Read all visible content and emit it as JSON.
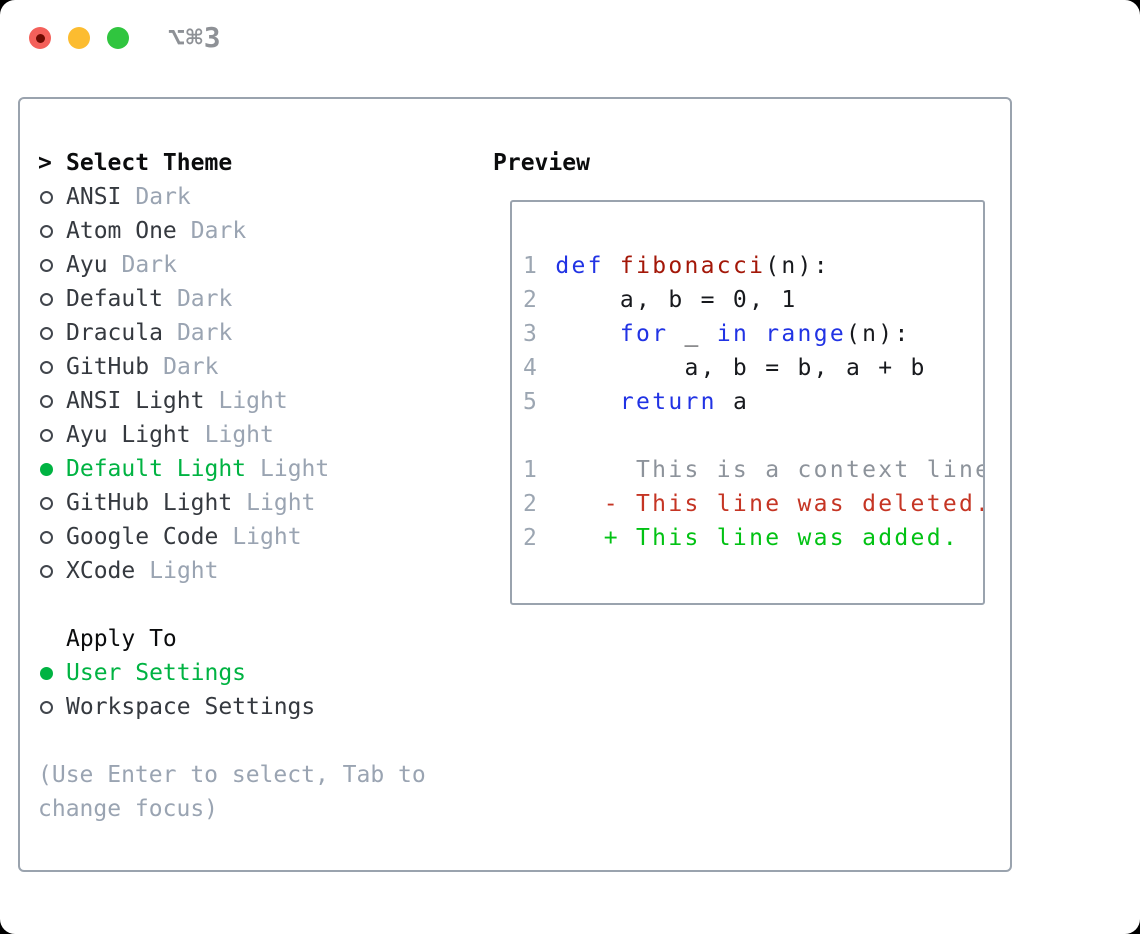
{
  "window": {
    "title": "⌥⌘3"
  },
  "colors": {
    "traffic_red": "#f4605a",
    "traffic_red_dot": "#6e0b02",
    "traffic_yellow": "#fcbc30",
    "traffic_green": "#30c53f",
    "title_gray": "#8e9196",
    "border_gray": "#9aa3ae",
    "heading_black": "#0b0c0d",
    "text_charcoal": "#35393f",
    "circle_gray": "#42464d",
    "muted_gray": "#9aa4b2",
    "line_number_gray": "#9ca6b2",
    "context_gray": "#8d939b",
    "accent_green": "#00b342",
    "diff_added_green": "#02c214",
    "diff_deleted_red": "#c53524",
    "code_keyword_blue": "#2133e4",
    "code_function_red": "#a31708",
    "code_plain": "#17191d"
  },
  "theme_picker": {
    "prompt": ">",
    "heading": "Select Theme",
    "items": [
      {
        "name": "ANSI",
        "variant": "Dark",
        "selected": false
      },
      {
        "name": "Atom One",
        "variant": "Dark",
        "selected": false
      },
      {
        "name": "Ayu",
        "variant": "Dark",
        "selected": false
      },
      {
        "name": "Default",
        "variant": "Dark",
        "selected": false
      },
      {
        "name": "Dracula",
        "variant": "Dark",
        "selected": false
      },
      {
        "name": "GitHub",
        "variant": "Dark",
        "selected": false
      },
      {
        "name": "ANSI Light",
        "variant": "Light",
        "selected": false
      },
      {
        "name": "Ayu Light",
        "variant": "Light",
        "selected": false
      },
      {
        "name": "Default Light",
        "variant": "Light",
        "selected": true
      },
      {
        "name": "GitHub Light",
        "variant": "Light",
        "selected": false
      },
      {
        "name": "Google Code",
        "variant": "Light",
        "selected": false
      },
      {
        "name": "XCode",
        "variant": "Light",
        "selected": false
      }
    ],
    "apply_to": {
      "label": "Apply To",
      "options": [
        {
          "name": "User Settings",
          "selected": true
        },
        {
          "name": "Workspace Settings",
          "selected": false
        }
      ]
    },
    "help": "(Use Enter to select, Tab to change focus)"
  },
  "preview": {
    "label": "Preview",
    "code_lines": [
      {
        "num": "1",
        "tokens": [
          {
            "t": "def",
            "c": "kw"
          },
          {
            "t": " ",
            "c": "pl"
          },
          {
            "t": "fibonacci",
            "c": "fn"
          },
          {
            "t": "(n):",
            "c": "pl"
          }
        ]
      },
      {
        "num": "2",
        "tokens": [
          {
            "t": "    a, b = 0, 1",
            "c": "pl"
          }
        ]
      },
      {
        "num": "3",
        "tokens": [
          {
            "t": "    ",
            "c": "pl"
          },
          {
            "t": "for",
            "c": "kw"
          },
          {
            "t": " _ ",
            "c": "pl"
          },
          {
            "t": "in",
            "c": "kw"
          },
          {
            "t": " ",
            "c": "pl"
          },
          {
            "t": "range",
            "c": "kw"
          },
          {
            "t": "(n):",
            "c": "pl"
          }
        ]
      },
      {
        "num": "4",
        "tokens": [
          {
            "t": "        a, b = b, a + b",
            "c": "pl"
          }
        ]
      },
      {
        "num": "5",
        "tokens": [
          {
            "t": "    ",
            "c": "pl"
          },
          {
            "t": "return",
            "c": "kw"
          },
          {
            "t": " a",
            "c": "pl"
          }
        ]
      }
    ],
    "diff_lines": [
      {
        "num": "1",
        "prefix": "      ",
        "text": "This is a context line.",
        "kind": "context"
      },
      {
        "num": "2",
        "prefix": "    - ",
        "text": "This line was deleted.",
        "kind": "deleted"
      },
      {
        "num": "2",
        "prefix": "    + ",
        "text": "This line was added.",
        "kind": "added"
      }
    ]
  }
}
